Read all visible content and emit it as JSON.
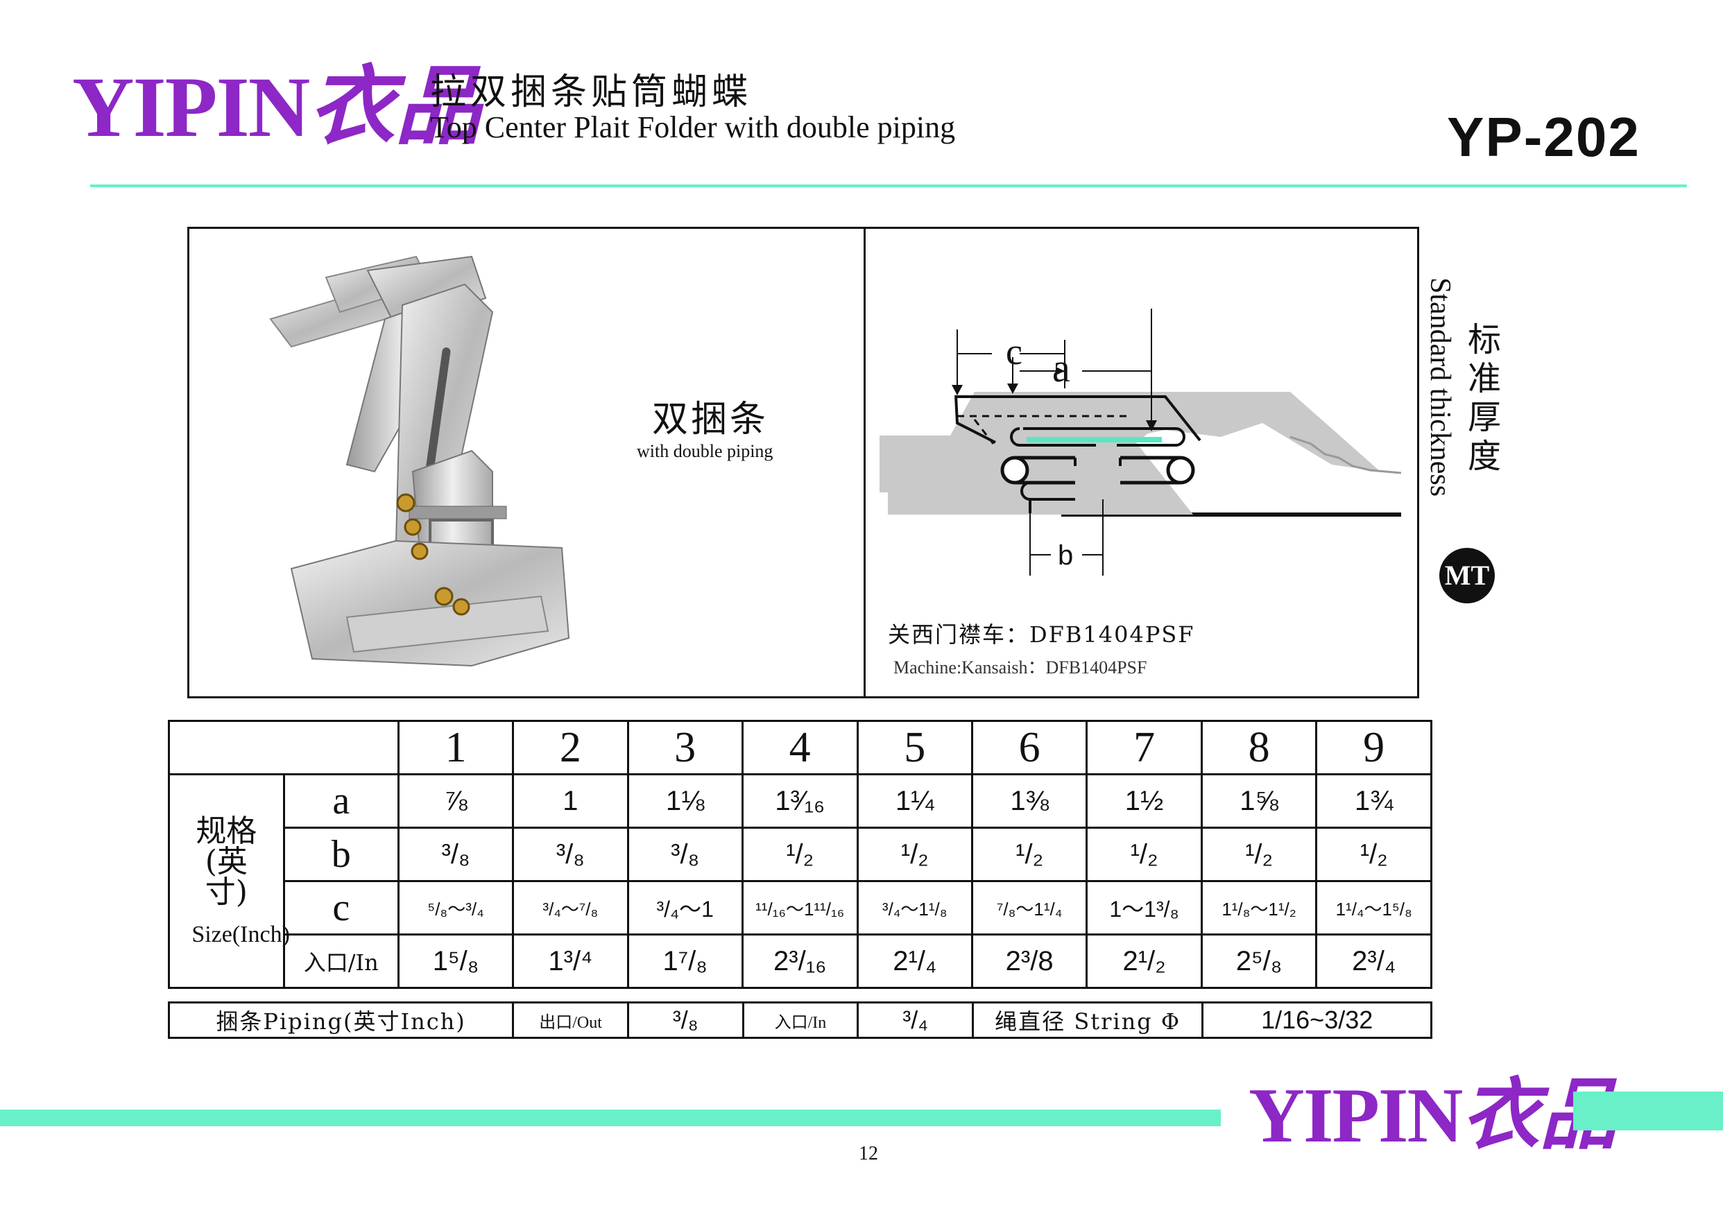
{
  "header": {
    "brand_latin": "YIPIN",
    "brand_cn": "衣品",
    "title_cn": "拉双捆条贴筒蝴蝶",
    "title_en": "Top Center Plait Folder with double piping",
    "model_code": "YP-202"
  },
  "product": {
    "piping_cn": "双捆条",
    "piping_en": "with double piping",
    "diagram_label_c": "c",
    "diagram_label_a": "a",
    "diagram_label_b": "b",
    "machine_cn": "关西门襟车：DFB1404PSF",
    "machine_en": "Machine:Kansaish：DFB1404PSF"
  },
  "thickness": {
    "cn": "标准厚度",
    "en": "Standard thickness",
    "badge": "MT"
  },
  "spec_table": {
    "size_cn": "规格(英寸)",
    "size_en": "Size(Inch)",
    "columns": [
      "1",
      "2",
      "3",
      "4",
      "5",
      "6",
      "7",
      "8",
      "9"
    ],
    "rows": [
      {
        "label": "a",
        "values": [
          "⅞",
          "1",
          "1⅛",
          "1³⁄₁₆",
          "1¼",
          "1⅜",
          "1½",
          "1⅝",
          "1¾"
        ]
      },
      {
        "label": "b",
        "values": [
          "³/₈",
          "³/₈",
          "³/₈",
          "¹/₂",
          "¹/₂",
          "¹/₂",
          "¹/₂",
          "¹/₂",
          "¹/₂"
        ]
      },
      {
        "label": "c",
        "values": [
          "⁵/₈～³/₄",
          "³/₄～⁷/₈",
          "³/₄～1",
          "¹¹/₁₆～1¹¹/₁₆",
          "³/₄～1¹/₈",
          "⁷/₈～1¹/₄",
          "1～1³/₈",
          "1¹/₈～1¹/₂",
          "1¹/₄～1⁵/₈"
        ]
      },
      {
        "label": "入口/In",
        "values": [
          "1⁵/₈",
          "1³/⁴",
          "1⁷/₈",
          "2³/₁₆",
          "2¹/₄",
          "2³/8",
          "2¹/₂",
          "2⁵/₈",
          "2³/₄"
        ]
      }
    ]
  },
  "piping_table": {
    "label": "捆条Piping(英寸Inch)",
    "out_label": "出口/Out",
    "out_value": "³/₈",
    "in_label": "入口/In",
    "in_value": "³/₄",
    "string_label": "绳直径 String Φ",
    "string_value": "1/16~3/32"
  },
  "footer": {
    "brand_latin": "YIPIN",
    "brand_cn": "衣品",
    "page_number": "12"
  },
  "colors": {
    "brand_purple": "#8d27c6",
    "accent_mint": "#69f0c8"
  }
}
